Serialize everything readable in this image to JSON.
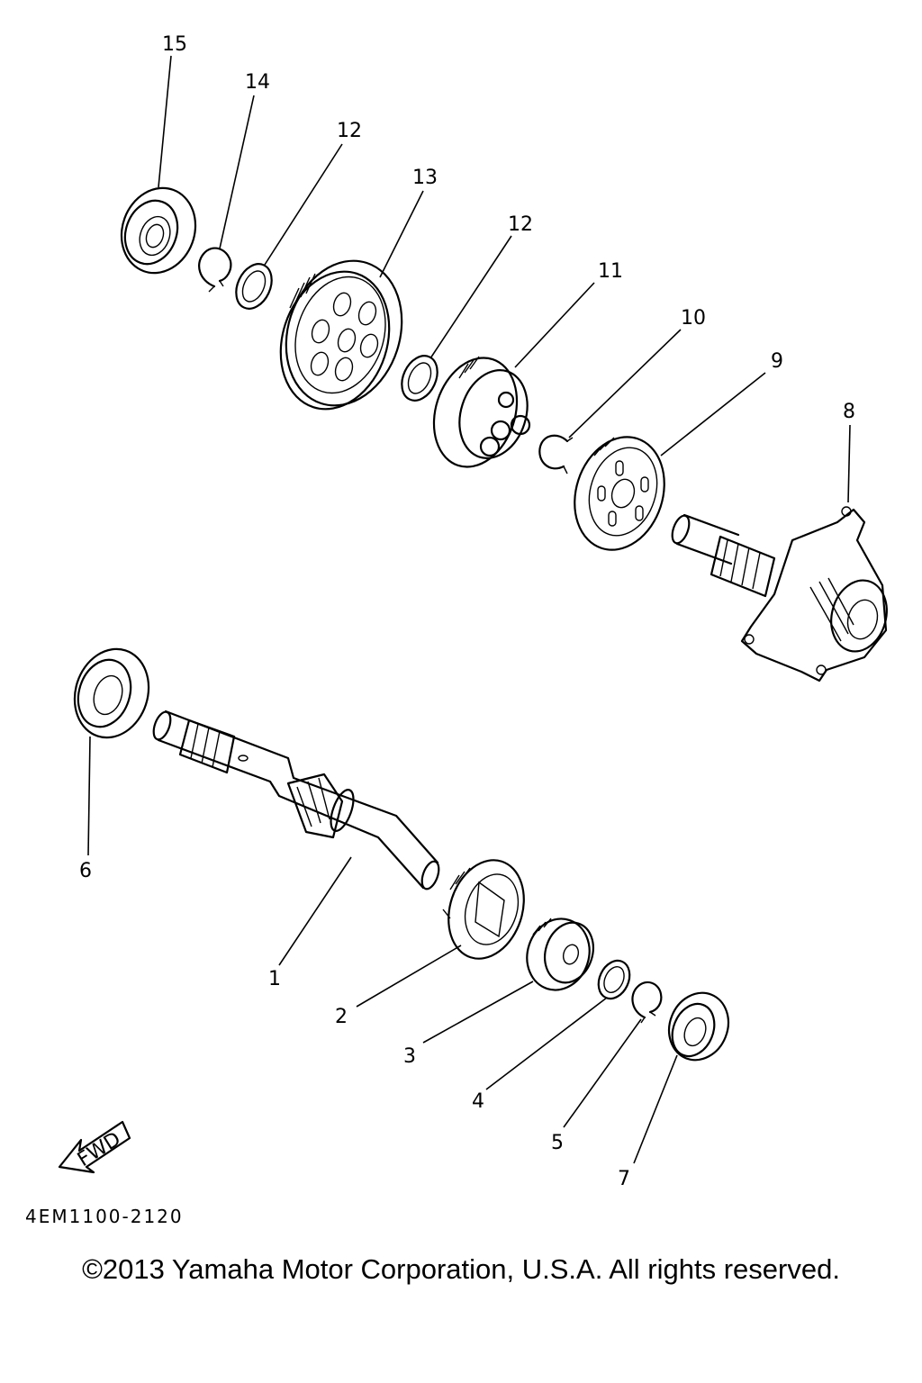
{
  "diagram": {
    "callouts": [
      "1",
      "2",
      "3",
      "4",
      "5",
      "6",
      "7",
      "8",
      "9",
      "10",
      "11",
      "12",
      "12",
      "13",
      "14",
      "15"
    ],
    "fwd_label": "FWD",
    "part_code": "4EM1100-2120"
  },
  "footer": {
    "copyright": "©2013 Yamaha Motor Corporation, U.S.A. All rights reserved."
  }
}
